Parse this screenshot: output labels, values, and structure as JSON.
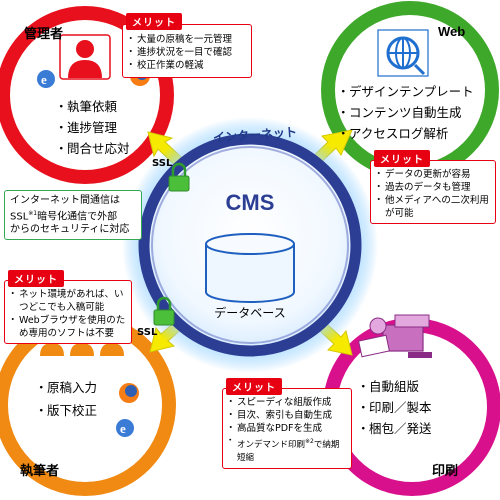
{
  "center": {
    "ring_label": "インターネット",
    "title": "CMS",
    "db_label": "データベース"
  },
  "ssl": {
    "top": "SSL",
    "bottom": "SSL"
  },
  "ssl_note": {
    "line1": "インターネット間通信は",
    "line2": "SSL",
    "sup": "※1",
    "line2b": "暗号化通信で外部",
    "line3": "からのセキュリティに対応"
  },
  "merit_tag": "メリット",
  "admin": {
    "title": "管理者",
    "features": [
      "執筆依頼",
      "進捗管理",
      "問合せ応対"
    ],
    "merits": [
      "大量の原稿を一元管理",
      "進捗状況を一目で確認",
      "校正作業の軽減"
    ]
  },
  "web": {
    "title": "Web",
    "features": [
      "デザインテンプレート",
      "コンテンツ自動生成",
      "アクセスログ解析"
    ],
    "merits": [
      "データの更新が容易",
      "過去のデータも管理",
      "他メディアへの二次利用が可能"
    ]
  },
  "writer": {
    "title": "執筆者",
    "features": [
      "原稿入力",
      "版下校正"
    ],
    "merits": [
      "ネット環境があれば、いつどこでも入稿可能",
      "Webブラウザを使用のため専用のソフトは不要"
    ]
  },
  "print": {
    "title": "印刷",
    "features": [
      "自動組版",
      "印刷／製本",
      "梱包／発送"
    ],
    "merits": [
      "スピーディな組版作成",
      "目次、索引も自動生成",
      "高品質なPDFを生成",
      "オンデマンド印刷",
      "で納期短縮"
    ],
    "merit_sup": "※2"
  },
  "colors": {
    "admin": "#e8101c",
    "web": "#3ea82a",
    "writer": "#f08a12",
    "print": "#d8108c",
    "ring": "#2c3e94",
    "arrow": "#f6ea00",
    "merit": "#e60012",
    "note": "#34a853"
  }
}
